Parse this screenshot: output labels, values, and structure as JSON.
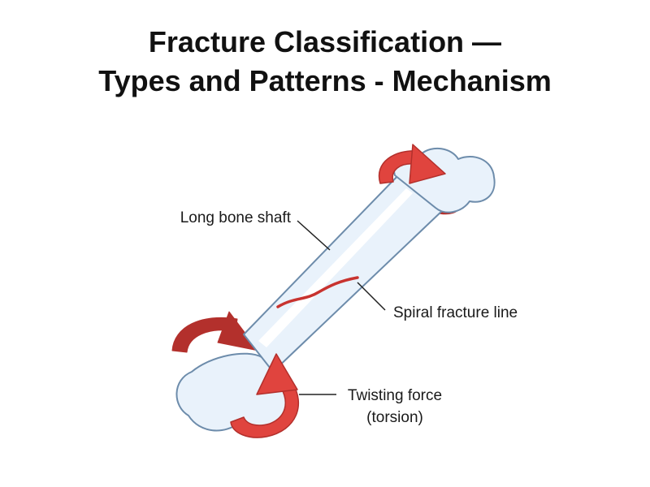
{
  "title": {
    "line1": "Fracture Classification —",
    "line2": "Types and Patterns - Mechanism"
  },
  "labels": {
    "shaft": "Long bone shaft",
    "fracture": "Spiral fracture line",
    "force_line1": "Twisting force",
    "force_line2": "(torsion)"
  },
  "colors": {
    "arrow": "#e0443e",
    "arrow_dark": "#b3302c",
    "bone": "#e9f2fb",
    "bone_outline": "#6d8cab",
    "fracture": "#c8332f"
  }
}
